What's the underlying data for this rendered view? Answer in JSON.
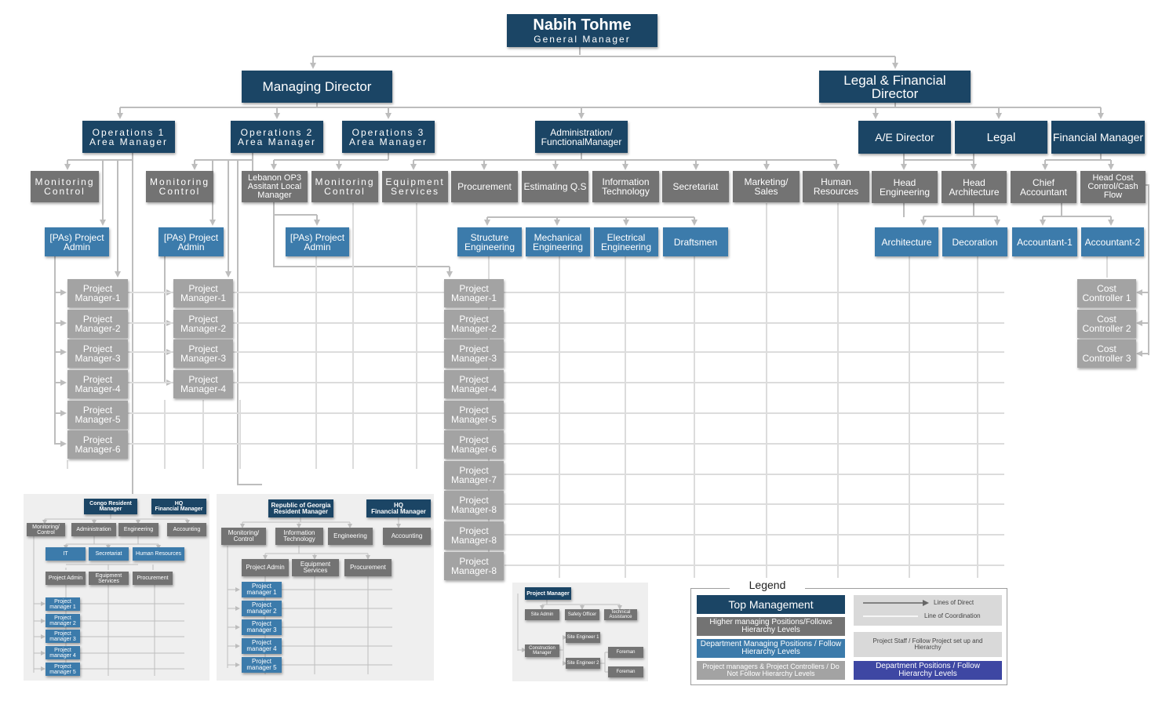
{
  "gm": {
    "name": "Nabih Tohme",
    "title": "General Manager"
  },
  "directors": {
    "md": "Managing Director",
    "lfd": "Legal & Financial Director"
  },
  "level2": {
    "ops1": "Operations 1\nArea Manager",
    "ops2": "Operations 2\nArea Manager",
    "ops3": "Operations 3\nArea Manager",
    "admin": "Administration/\nFunctionalManager",
    "ae": "A/E Director",
    "legal": "Legal",
    "fin": "Financial Manager"
  },
  "level3": {
    "mon1": "Monitoring\nControl",
    "mon2": "Monitoring\nControl",
    "leb": "Lebanon OP3\nAssitant Local\nManager",
    "mon3": "Monitoring\nControl",
    "equip": "Equipment\nServices",
    "proc": "Procurement",
    "est": "Estimating Q.S",
    "it": "Information\nTechnology",
    "sec": "Secretariat",
    "mkt": "Marketing/\nSales",
    "hr": "Human\nResources",
    "heng": "Head\nEngineering",
    "harch": "Head\nArchitecture",
    "chief": "Chief\nAccountant",
    "hcost": "Head Cost\nControl/Cash\nFlow"
  },
  "pas_admin": "[PAs) Project\nAdmin",
  "engineering": [
    "Structure\nEngineering",
    "Mechanical\nEngineering",
    "Electrical\nEngineering",
    "Draftsmen"
  ],
  "ae_depts": [
    "Architecture",
    "Decoration"
  ],
  "accountants": [
    "Accountant-1",
    "Accountant-2"
  ],
  "pm_col1": [
    "Project\nManager-1",
    "Project\nManager-2",
    "Project\nManager-3",
    "Project\nManager-4",
    "Project\nManager-5",
    "Project\nManager-6"
  ],
  "pm_col2": [
    "Project\nManager-1",
    "Project\nManager-2",
    "Project\nManager-3",
    "Project\nManager-4"
  ],
  "pm_col3": [
    "Project\nManager-1",
    "Project\nManager-2",
    "Project\nManager-3",
    "Project\nManager-4",
    "Project\nManager-5",
    "Project\nManager-6",
    "Project\nManager-7",
    "Project\nManager-8",
    "Project\nManager-8",
    "Project\nManager-8"
  ],
  "cost_controllers": [
    "Cost\nController 1",
    "Cost\nController 2",
    "Cost\nController 3"
  ],
  "congo": {
    "resident": "Congo Resident\nManager",
    "hq": "HQ\nFinancial Manager",
    "monitoring": "Monitoring/\nControl",
    "administration": "Administration",
    "engineering": "Engineering",
    "accounting": "Accounting",
    "it": "IT",
    "secretariat": "Secretariat",
    "hr": "Human Resources",
    "project_admin": "Project Admin",
    "equipment": "Equipment\nServices",
    "procurement": "Procurement",
    "pms": [
      "Project\nmanager 1",
      "Project\nmanager 2",
      "Project\nmanager 3",
      "Project\nmanager 4",
      "Project\nmanager 5"
    ]
  },
  "georgia": {
    "resident": "Republic of Georgia\nResident Manager",
    "hq": "HQ\nFinancial Manager",
    "monitoring": "Monitoring/\nControl",
    "it": "Information\nTechnology",
    "engineering": "Engineering",
    "accounting": "Accounting",
    "project_admin": "Project Admin",
    "equipment": "Equipment\nServices",
    "procurement": "Procurement",
    "pms": [
      "Project\nmanager 1",
      "Project\nmanager 2",
      "Project\nmanager 3",
      "Project\nmanager 4",
      "Project\nmanager 5"
    ]
  },
  "pm_panel": {
    "pm": "Project Manager",
    "site_admin": "Site Admin",
    "safety": "Safety Officer",
    "tech": "Technical\nAssistance",
    "construction": "Construction\nManager",
    "se1": "Site Engineer 1",
    "se2": "Site Engineer 2",
    "foreman1": "Foreman",
    "foreman2": "Foreman"
  },
  "legend": {
    "title": "Legend",
    "top": "Top Management",
    "higher": "Higher managing Positions/Follows\nHierarchy Levels",
    "dept_follow": "Department Managing Positions / Follow\nHierarchy Levels",
    "pm_ctrl": "Project managers & Project Controllers / Do\nNot Follow Hierarchy Levels",
    "direct": "Lines of Direct",
    "coord": "Line of Coordination",
    "staff": "Project Staff / Follow Project set up and\nHierarchy",
    "dept_pos": "Department Positions / Follow\nHierarchy Levels"
  },
  "colors": {
    "top": "#1b4565",
    "mid": "#737373",
    "blue": "#3c7bab",
    "light": "#a3a3a3",
    "purple": "#3e47a3",
    "line": "#bdbdbd",
    "panel": "#efefef"
  }
}
